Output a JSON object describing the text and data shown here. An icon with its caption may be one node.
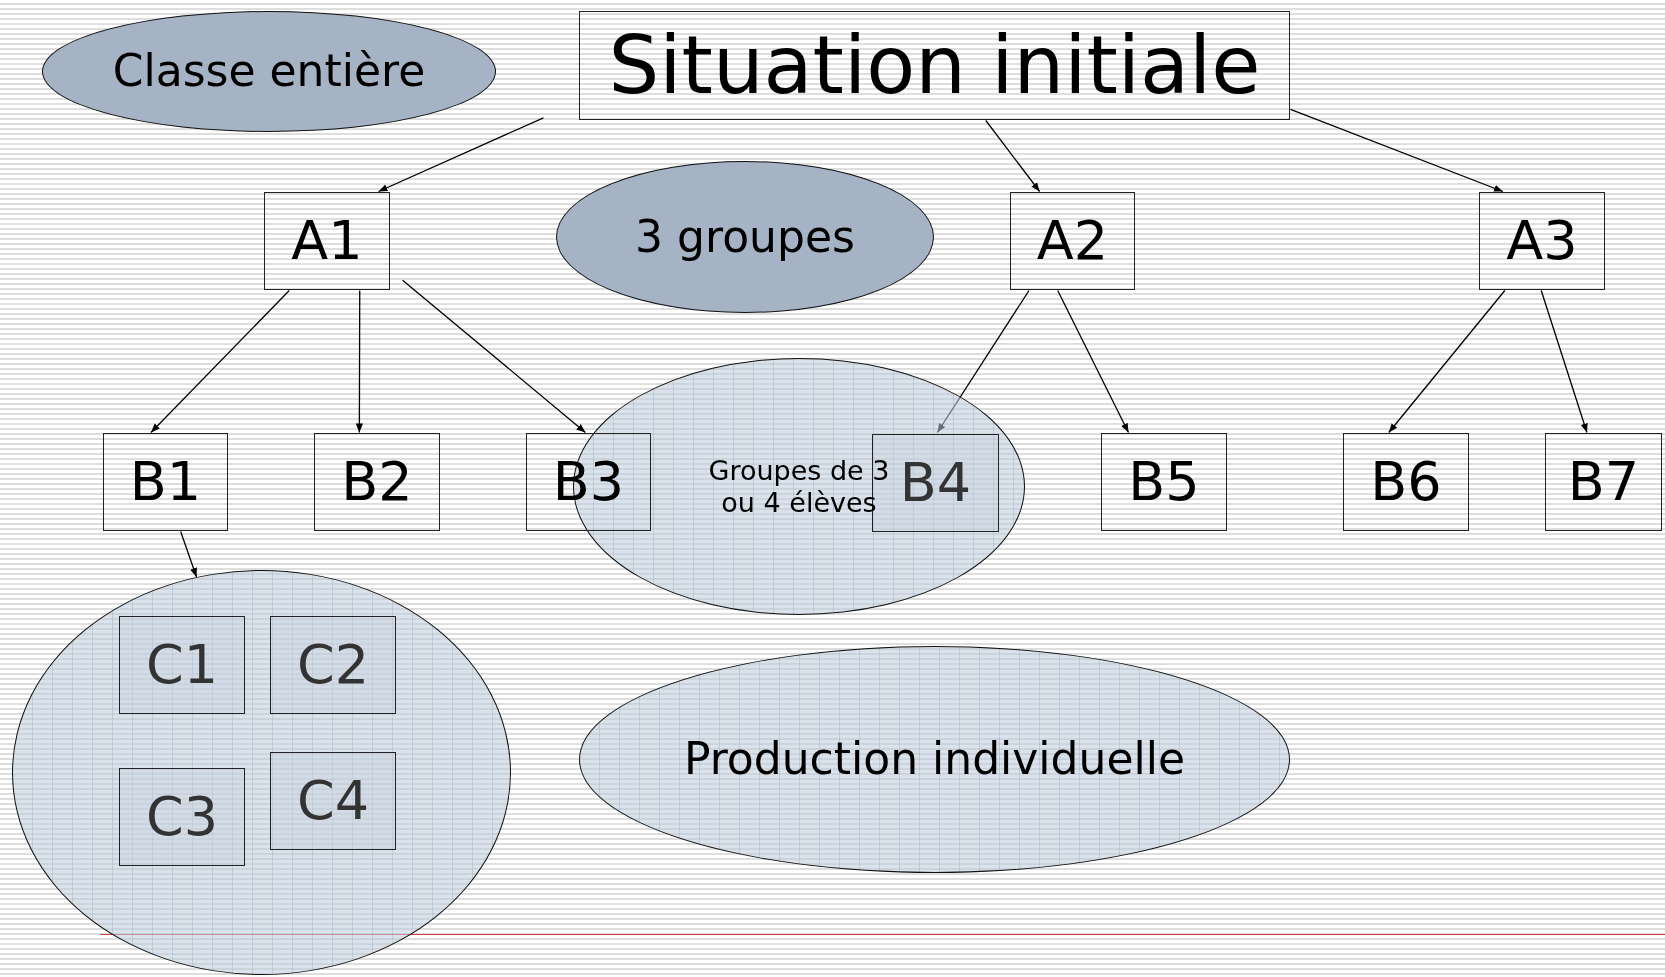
{
  "diagram": {
    "nodes": [
      {
        "text": [
          "Classe entière"
        ]
      },
      {
        "text": [
          "Situation initiale"
        ]
      },
      {
        "text": [
          "A1"
        ]
      },
      {
        "text": [
          "3 groupes"
        ]
      },
      {
        "text": [
          "A2"
        ]
      },
      {
        "text": [
          "A3"
        ]
      },
      {
        "text": [
          "B1"
        ]
      },
      {
        "text": [
          "B2"
        ]
      },
      {
        "text": [
          "B3"
        ]
      },
      {
        "text": [
          "Groupes de 3 ou 4 élèves"
        ]
      },
      {
        "text": [
          "B4"
        ],
        "in": 9
      },
      {
        "text": [
          "B5"
        ]
      },
      {
        "text": [
          "B6"
        ]
      },
      {
        "text": [
          "B7"
        ]
      },
      {
        "text": [],
        "shape": "circle"
      },
      {
        "text": [
          "C1"
        ],
        "in": 14
      },
      {
        "text": [
          "C2"
        ],
        "in": 14
      },
      {
        "text": [
          "C3"
        ],
        "in": 14
      },
      {
        "text": [
          "C4"
        ],
        "in": 14
      },
      {
        "text": [
          "Production individuelle"
        ]
      }
    ],
    "edges": [
      {
        "from": 1,
        "to": 2,
        "arrow": "to"
      },
      {
        "from": 1,
        "to": 4,
        "arrow": "to"
      },
      {
        "from": 1,
        "to": 5,
        "arrow": "to"
      },
      {
        "from": 2,
        "to": 6,
        "arrow": "to"
      },
      {
        "from": 2,
        "to": 7,
        "arrow": "to"
      },
      {
        "from": 2,
        "to": 8,
        "arrow": "to"
      },
      {
        "from": 4,
        "to": 10,
        "arrow": "to"
      },
      {
        "from": 4,
        "to": 11,
        "arrow": "to"
      },
      {
        "from": 5,
        "to": 12,
        "arrow": "to"
      },
      {
        "from": 5,
        "to": 13,
        "arrow": "to"
      },
      {
        "from": 6,
        "to": 14,
        "arrow": "to"
      }
    ]
  }
}
